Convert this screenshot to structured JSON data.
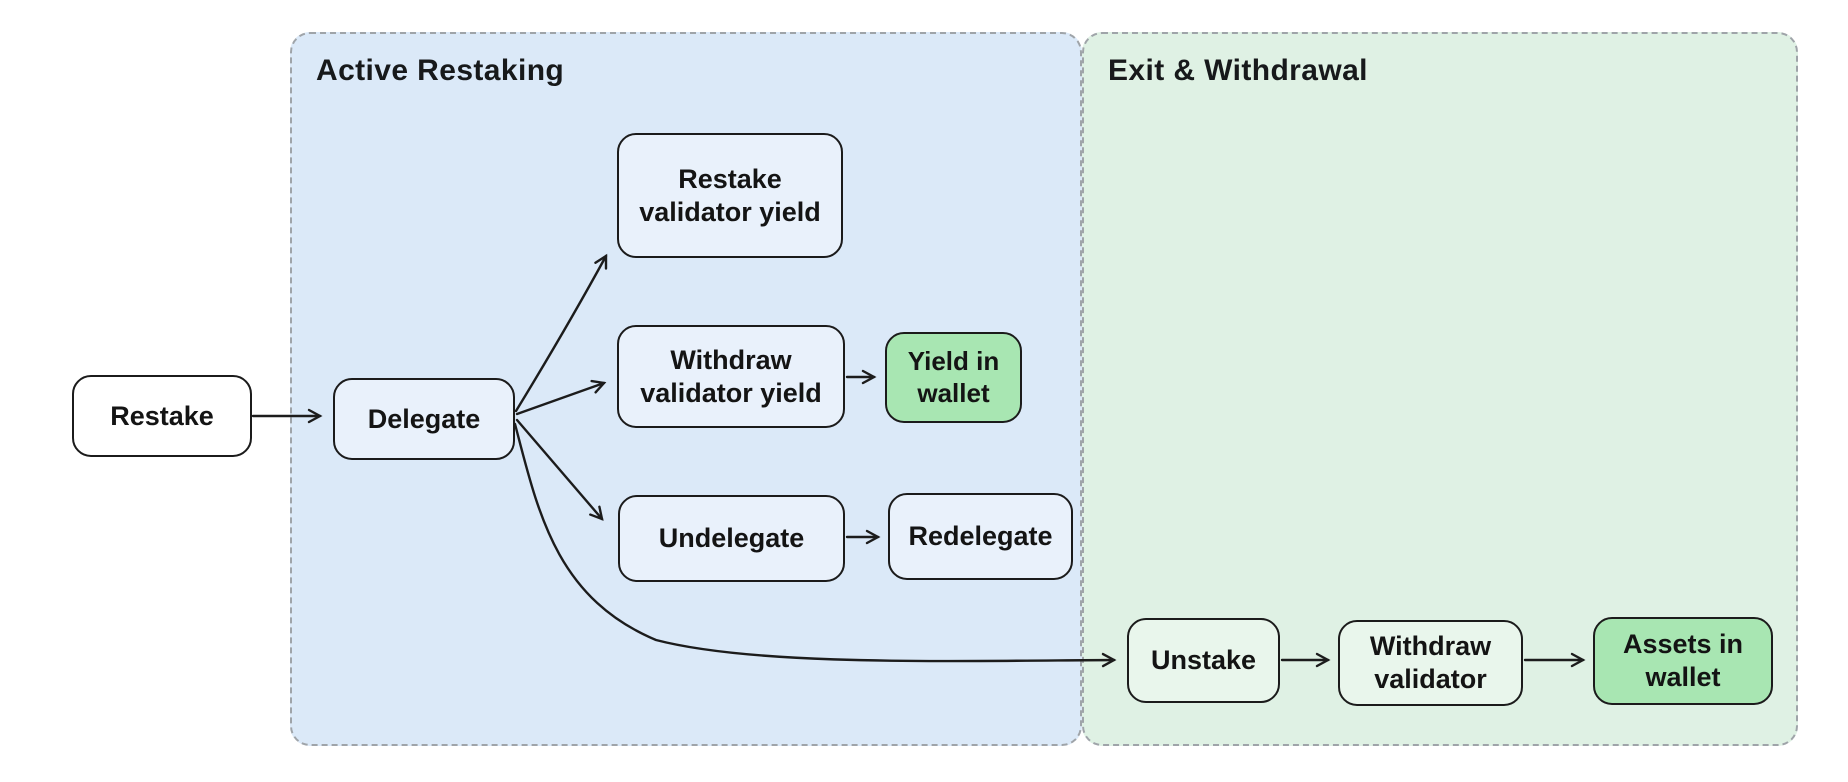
{
  "diagram": {
    "type": "flowchart",
    "regions": {
      "active_restaking": {
        "title": "Active Restaking",
        "fill": "#dbe9f8",
        "border_style": "dashed"
      },
      "exit_withdrawal": {
        "title": "Exit & Withdrawal",
        "fill": "#dff1e4",
        "border_style": "dashed"
      }
    },
    "nodes": {
      "restake": {
        "label": "Restake",
        "fill": "#ffffff",
        "region": null
      },
      "delegate": {
        "label": "Delegate",
        "fill": "#e9f1fb",
        "region": "active_restaking"
      },
      "restake_validator_yield": {
        "label": "Restake\nvalidator yield",
        "fill": "#e9f1fb",
        "region": "active_restaking"
      },
      "withdraw_validator_yield": {
        "label": "Withdraw\nvalidator yield",
        "fill": "#e9f1fb",
        "region": "active_restaking"
      },
      "yield_in_wallet": {
        "label": "Yield in\nwallet",
        "fill": "#a8e6b2",
        "region": "active_restaking"
      },
      "undelegate": {
        "label": "Undelegate",
        "fill": "#e9f1fb",
        "region": "active_restaking"
      },
      "redelegate": {
        "label": "Redelegate",
        "fill": "#e9f1fb",
        "region": "active_restaking"
      },
      "unstake": {
        "label": "Unstake",
        "fill": "#e9f6ec",
        "region": "exit_withdrawal"
      },
      "withdraw_validator": {
        "label": "Withdraw\nvalidator",
        "fill": "#e9f6ec",
        "region": "exit_withdrawal"
      },
      "assets_in_wallet": {
        "label": "Assets in\nwallet",
        "fill": "#a8e6b2",
        "region": "exit_withdrawal"
      }
    },
    "edges": [
      {
        "from": "restake",
        "to": "delegate"
      },
      {
        "from": "delegate",
        "to": "restake_validator_yield"
      },
      {
        "from": "delegate",
        "to": "withdraw_validator_yield"
      },
      {
        "from": "delegate",
        "to": "undelegate"
      },
      {
        "from": "delegate",
        "to": "unstake"
      },
      {
        "from": "withdraw_validator_yield",
        "to": "yield_in_wallet"
      },
      {
        "from": "undelegate",
        "to": "redelegate"
      },
      {
        "from": "unstake",
        "to": "withdraw_validator"
      },
      {
        "from": "withdraw_validator",
        "to": "assets_in_wallet"
      }
    ],
    "colors": {
      "edge_stroke": "#1c1c1c",
      "node_border": "#1b1b1b",
      "region_border": "#9fa4a9",
      "highlight_green": "#a8e6b2",
      "canvas_background": "#ffffff"
    }
  }
}
